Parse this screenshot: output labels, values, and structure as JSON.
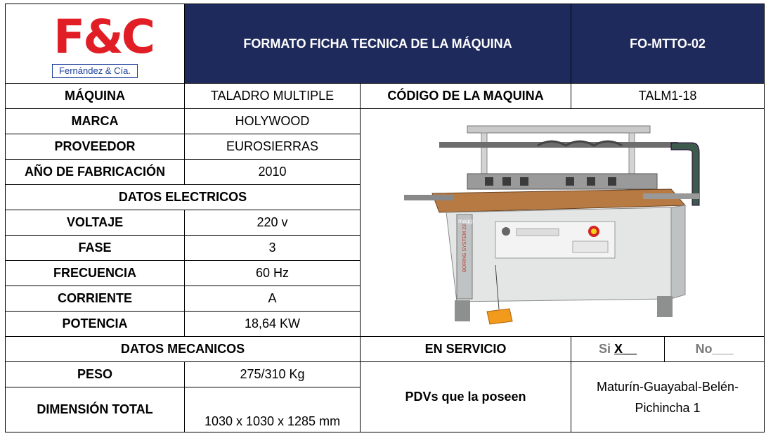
{
  "header": {
    "logo_text": "F&C",
    "logo_subtitle": "Fernández & Cía.",
    "title": "FORMATO FICHA TECNICA DE LA MÁQUINA",
    "code": "FO-MTTO-02"
  },
  "maquina": {
    "label": "MÁQUINA",
    "value": "TALADRO MULTIPLE"
  },
  "codigo": {
    "label": "CÓDIGO DE LA MAQUINA",
    "value": "TALM1-18"
  },
  "marca": {
    "label": "MARCA",
    "value": "HOLYWOOD"
  },
  "proveedor": {
    "label": "PROVEEDOR",
    "value": "EUROSIERRAS"
  },
  "anio": {
    "label": "AÑO DE FABRICACIÓN",
    "value": "2010"
  },
  "electricos": {
    "section": "DATOS ELECTRICOS",
    "rows": [
      {
        "label": "VOLTAJE",
        "value": "220 v"
      },
      {
        "label": "FASE",
        "value": "3"
      },
      {
        "label": "FRECUENCIA",
        "value": "60 Hz"
      },
      {
        "label": "CORRIENTE",
        "value": "A"
      },
      {
        "label": "POTENCIA",
        "value": "18,64 KW"
      }
    ]
  },
  "mecanicos": {
    "section": "DATOS MECANICOS",
    "peso_label": "PESO",
    "peso_value": "275/310 Kg",
    "dim_label": "DIMENSIÓN TOTAL",
    "dim_value": "1030 x 1030 x 1285 mm"
  },
  "servicio": {
    "label": "EN SERVICIO",
    "si_prefix": "Si ",
    "si_mark": "X",
    "si_suffix": "__",
    "no_text": "No___"
  },
  "pdv": {
    "label": "PDVs que la poseen",
    "line1": "Maturín-Guayabal-Belén-",
    "line2": "Pichincha 1"
  },
  "machine_image": {
    "label_1": "maggi",
    "label_2": "BORING SYSTEM 23"
  },
  "colors": {
    "header_bg": "#1f2a5c",
    "logo_red": "#e11e26",
    "logo_blue": "#1b3f9a"
  }
}
